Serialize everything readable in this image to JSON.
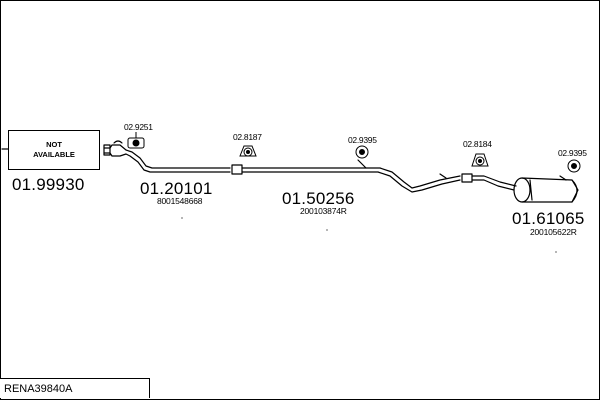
{
  "not_available": {
    "line1": "NOT",
    "line2": "AVAILABLE"
  },
  "parts": [
    {
      "id": "p1",
      "number": "01.99930",
      "oe": ""
    },
    {
      "id": "p2",
      "number": "01.20101",
      "oe": "8001548668"
    },
    {
      "id": "p3",
      "number": "01.50256",
      "oe": "200103874R"
    },
    {
      "id": "p4",
      "number": "01.61065",
      "oe": "200105622R"
    }
  ],
  "accessories": [
    "02.9251",
    "02.8187",
    "02.9395",
    "02.8184",
    "02.9395"
  ],
  "reference": "RENA39840A"
}
